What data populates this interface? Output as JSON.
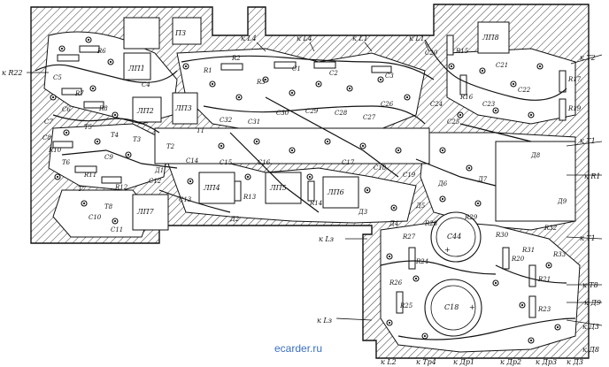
{
  "watermark": "ecarder.ru",
  "edge_labels": {
    "left_top": "к R22",
    "right_t2": "к T2",
    "right_t1a": "к T1",
    "right_r1": "к R1",
    "right_t1b": "к T1",
    "right_t8": "к T8",
    "right_d9": "к Д9",
    "right_d3": "к Д3",
    "right_d8": "к Д8",
    "left_l15": "к Lз",
    "mid_l15": "к Lз",
    "top_l4": "к L4",
    "top_l4b": "к L4",
    "top_l1": "к L1",
    "top_l1b": "к L1"
  },
  "bottom_labels": [
    "к L2",
    "к Tр4",
    "к Др1",
    "к Др2",
    "к Др3",
    "к Д3"
  ],
  "chip_labels": [
    "ПЗ",
    "ЛП1",
    "ЛП2",
    "ЛП3",
    "ЛП4",
    "ЛП5",
    "ЛП6",
    "ЛП7",
    "ЛП8"
  ],
  "component_labels": [
    "R1",
    "R2",
    "R3",
    "R6",
    "R7",
    "R8",
    "R10",
    "R11",
    "R12",
    "R13",
    "R14",
    "R15",
    "R16",
    "R17",
    "R19",
    "R20",
    "R21",
    "R23",
    "R24",
    "R25",
    "R26",
    "R27",
    "R28",
    "R29",
    "R30",
    "R31",
    "R32",
    "R33",
    "C1",
    "C2",
    "C3",
    "C4",
    "C5",
    "C6",
    "C7",
    "C8",
    "C9",
    "C10",
    "C11",
    "C12",
    "C13",
    "C14",
    "C15",
    "C16",
    "C17",
    "C18",
    "C19",
    "C20",
    "C21",
    "C22",
    "C23",
    "C24",
    "C25",
    "C26",
    "C27",
    "C28",
    "C29",
    "C30",
    "C31",
    "C32",
    "T1",
    "T2",
    "T3",
    "T4",
    "T5",
    "T6",
    "T7",
    "T8",
    "Д1",
    "Д2",
    "Д3",
    "Д4",
    "Д5",
    "Д6",
    "Д7",
    "Д8",
    "Д9"
  ],
  "electrolytic": {
    "c44": "C44",
    "c18": "C18",
    "plus": "+"
  }
}
